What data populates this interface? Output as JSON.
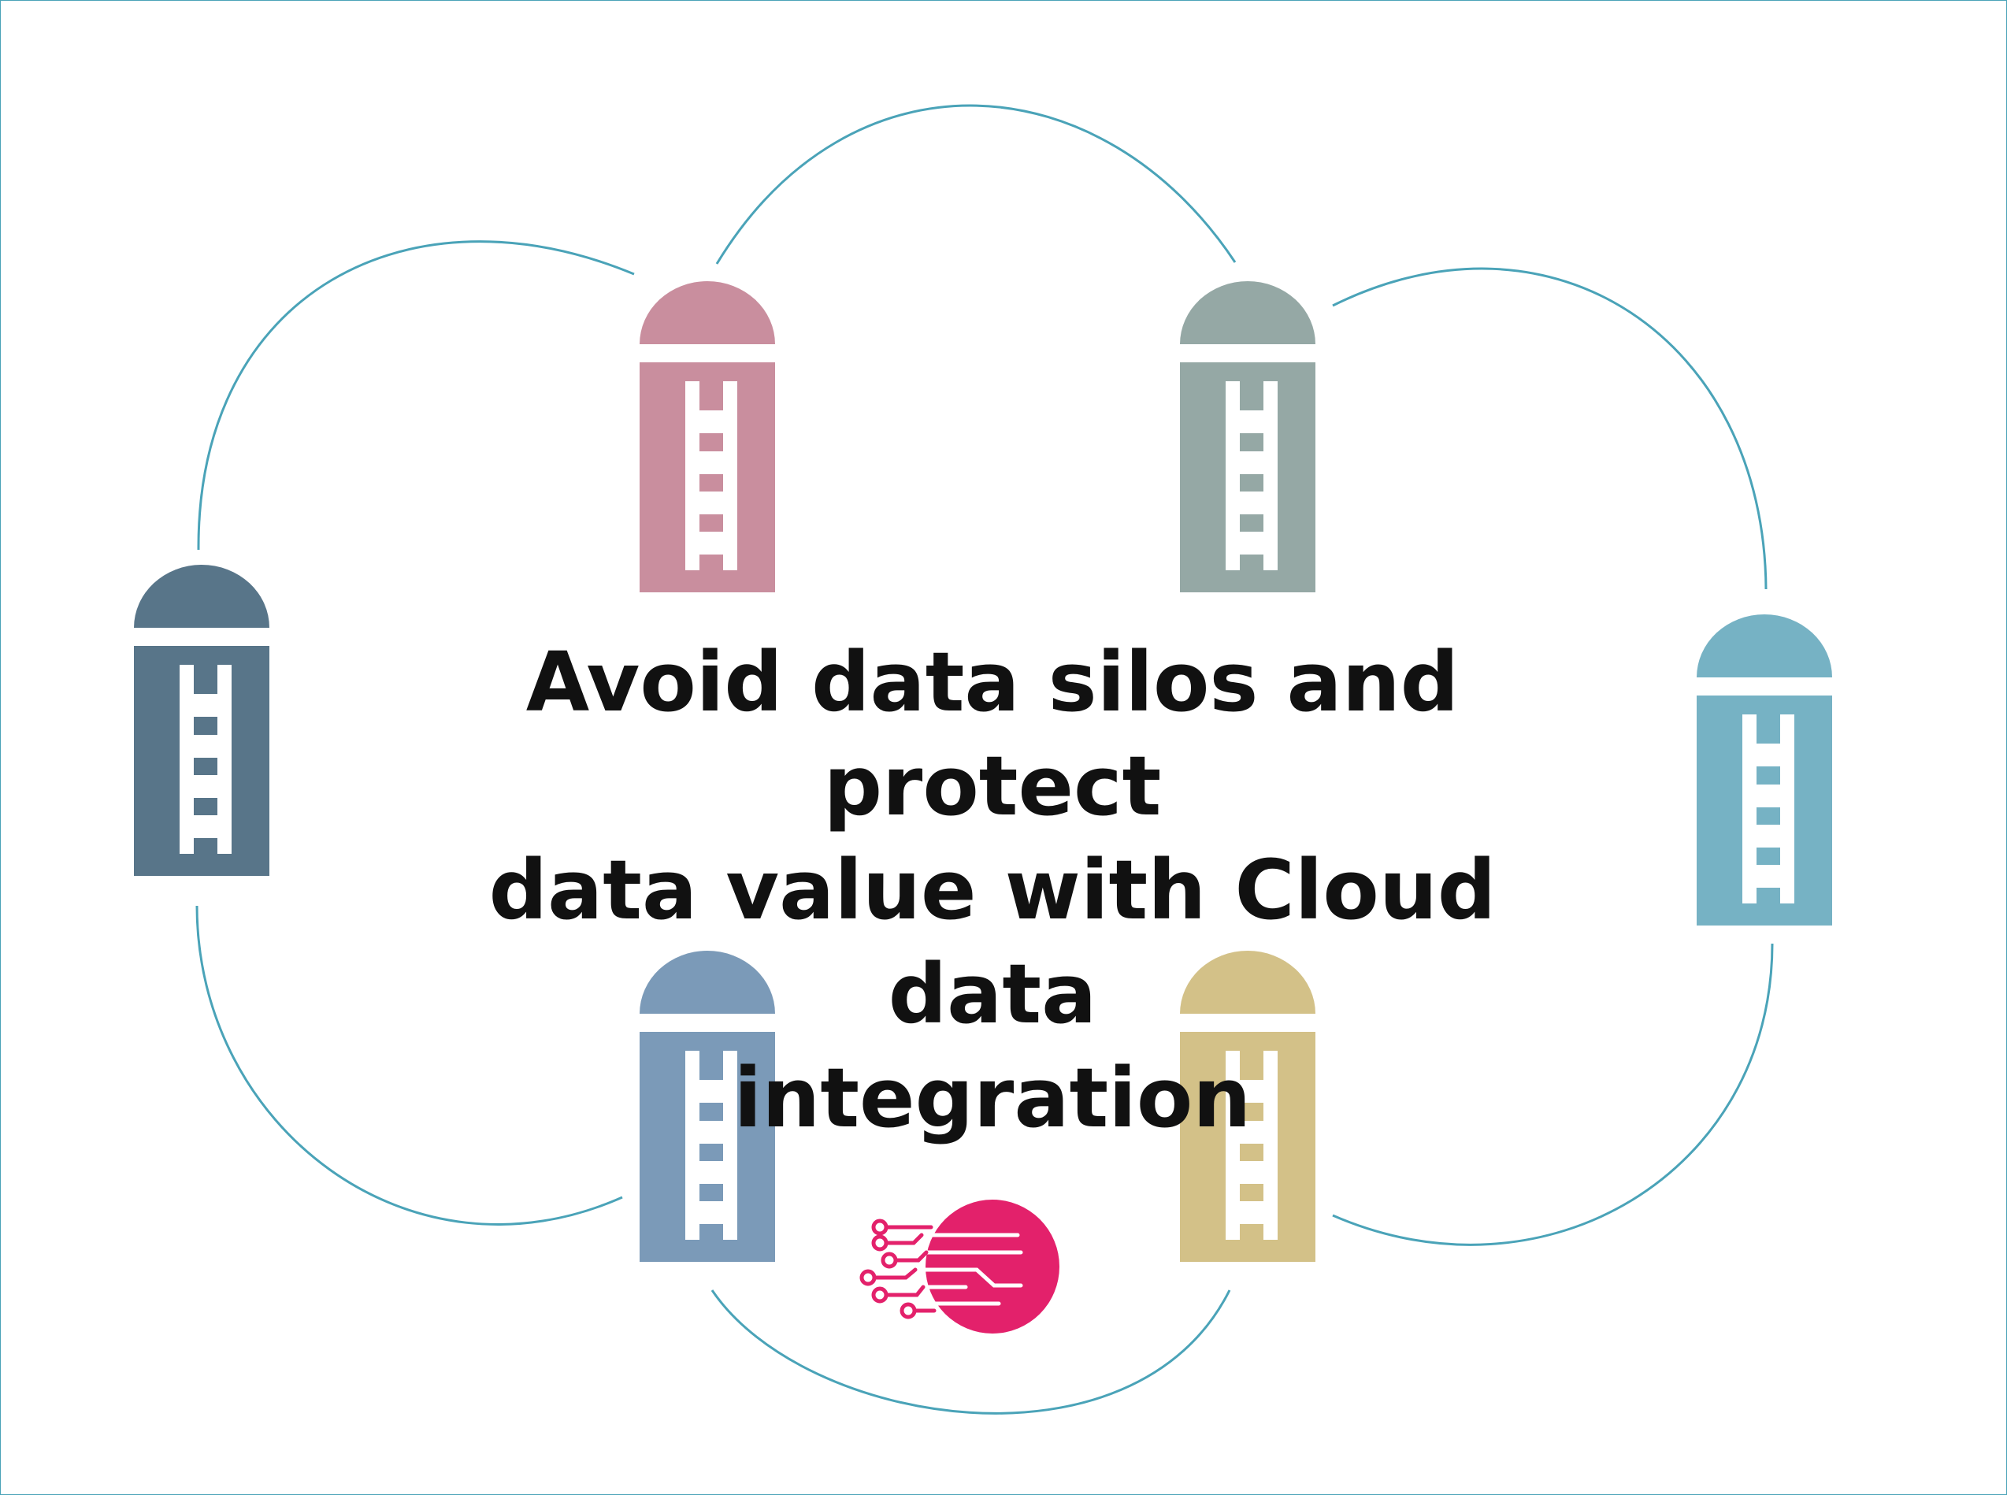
{
  "headline": {
    "line1": "Avoid data silos and protect",
    "line2": "data value with Cloud data",
    "line3": "integration"
  },
  "colors": {
    "connector": "#4aa3b8",
    "silo_pink": "#c98e9e",
    "silo_grey": "#95a8a5",
    "silo_slate": "#587589",
    "silo_sky": "#76b2c4",
    "silo_steel": "#7b9ab8",
    "silo_sand": "#d3c188",
    "logo_magenta": "#e3216b"
  },
  "icons": [
    "silo-icon",
    "brand-logo-icon"
  ]
}
